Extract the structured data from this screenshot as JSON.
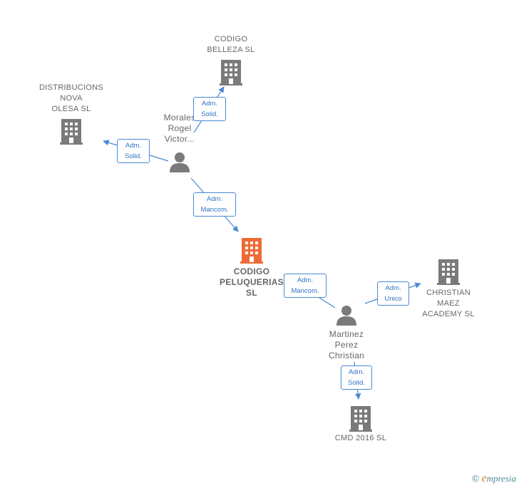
{
  "nodes": {
    "codigo_belleza": {
      "label": "CODIGO\nBELLEZA  SL",
      "type": "company"
    },
    "distribuciones": {
      "label": "DISTRIBUCIONS\nNOVA\nOLESA SL",
      "type": "company"
    },
    "morales": {
      "label": "Morales\nRogel\nVictor...",
      "type": "person"
    },
    "codigo_peluquerias": {
      "label": "CODIGO\nPELUQUERIAS\nSL",
      "type": "company-main"
    },
    "christian_maez": {
      "label": "CHRISTIAN\nMAEZ\nACADEMY  SL",
      "type": "company"
    },
    "martinez": {
      "label": "Martinez\nPerez\nChristian",
      "type": "person"
    },
    "cmd2016": {
      "label": "CMD 2016  SL",
      "type": "company"
    }
  },
  "edges": [
    {
      "from": "morales",
      "to": "codigo_belleza",
      "label": "Adm.\nSolid."
    },
    {
      "from": "morales",
      "to": "distribuciones",
      "label": "Adm.\nSolid."
    },
    {
      "from": "morales",
      "to": "codigo_peluquerias",
      "label": "Adm.\nMancom."
    },
    {
      "from": "martinez",
      "to": "codigo_peluquerias",
      "label": "Adm.\nMancom."
    },
    {
      "from": "martinez",
      "to": "christian_maez",
      "label": "Adm.\nUnico"
    },
    {
      "from": "martinez",
      "to": "cmd2016",
      "label": "Adm.\nSolid."
    }
  ],
  "colors": {
    "company_icon": "#7a7a7a",
    "main_icon": "#f06a35",
    "person_icon": "#7a7a7a",
    "edge": "#4a8ad4"
  },
  "footer": {
    "copyright_symbol": "©",
    "brand_first": "e",
    "brand_rest": "mpresia"
  }
}
